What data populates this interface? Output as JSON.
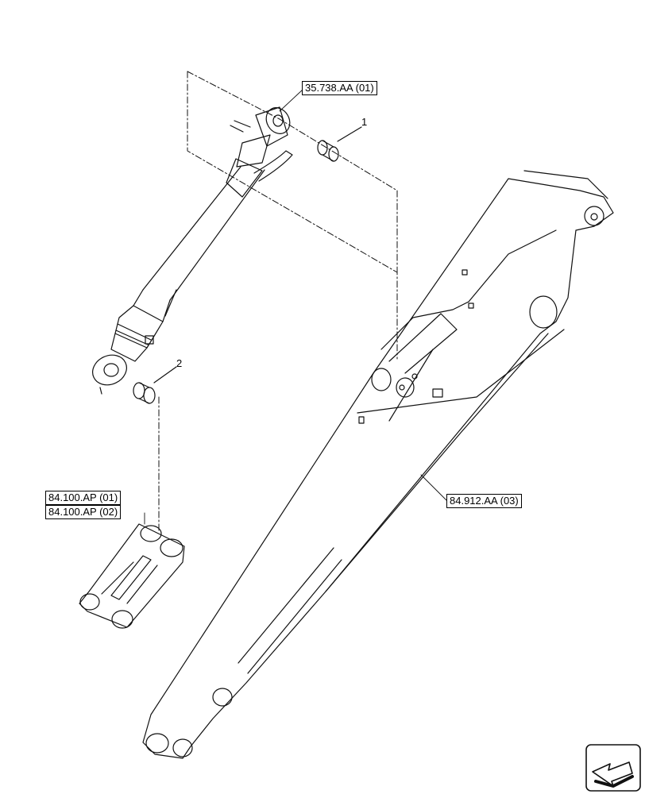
{
  "references": {
    "cylinder_ref": "35.738.AA (01)",
    "link_ref_1": "84.100.AP (01)",
    "link_ref_2": "84.100.AP (02)",
    "arm_ref": "84.912.AA (03)"
  },
  "callouts": {
    "item_1": "1",
    "item_2": "2"
  }
}
